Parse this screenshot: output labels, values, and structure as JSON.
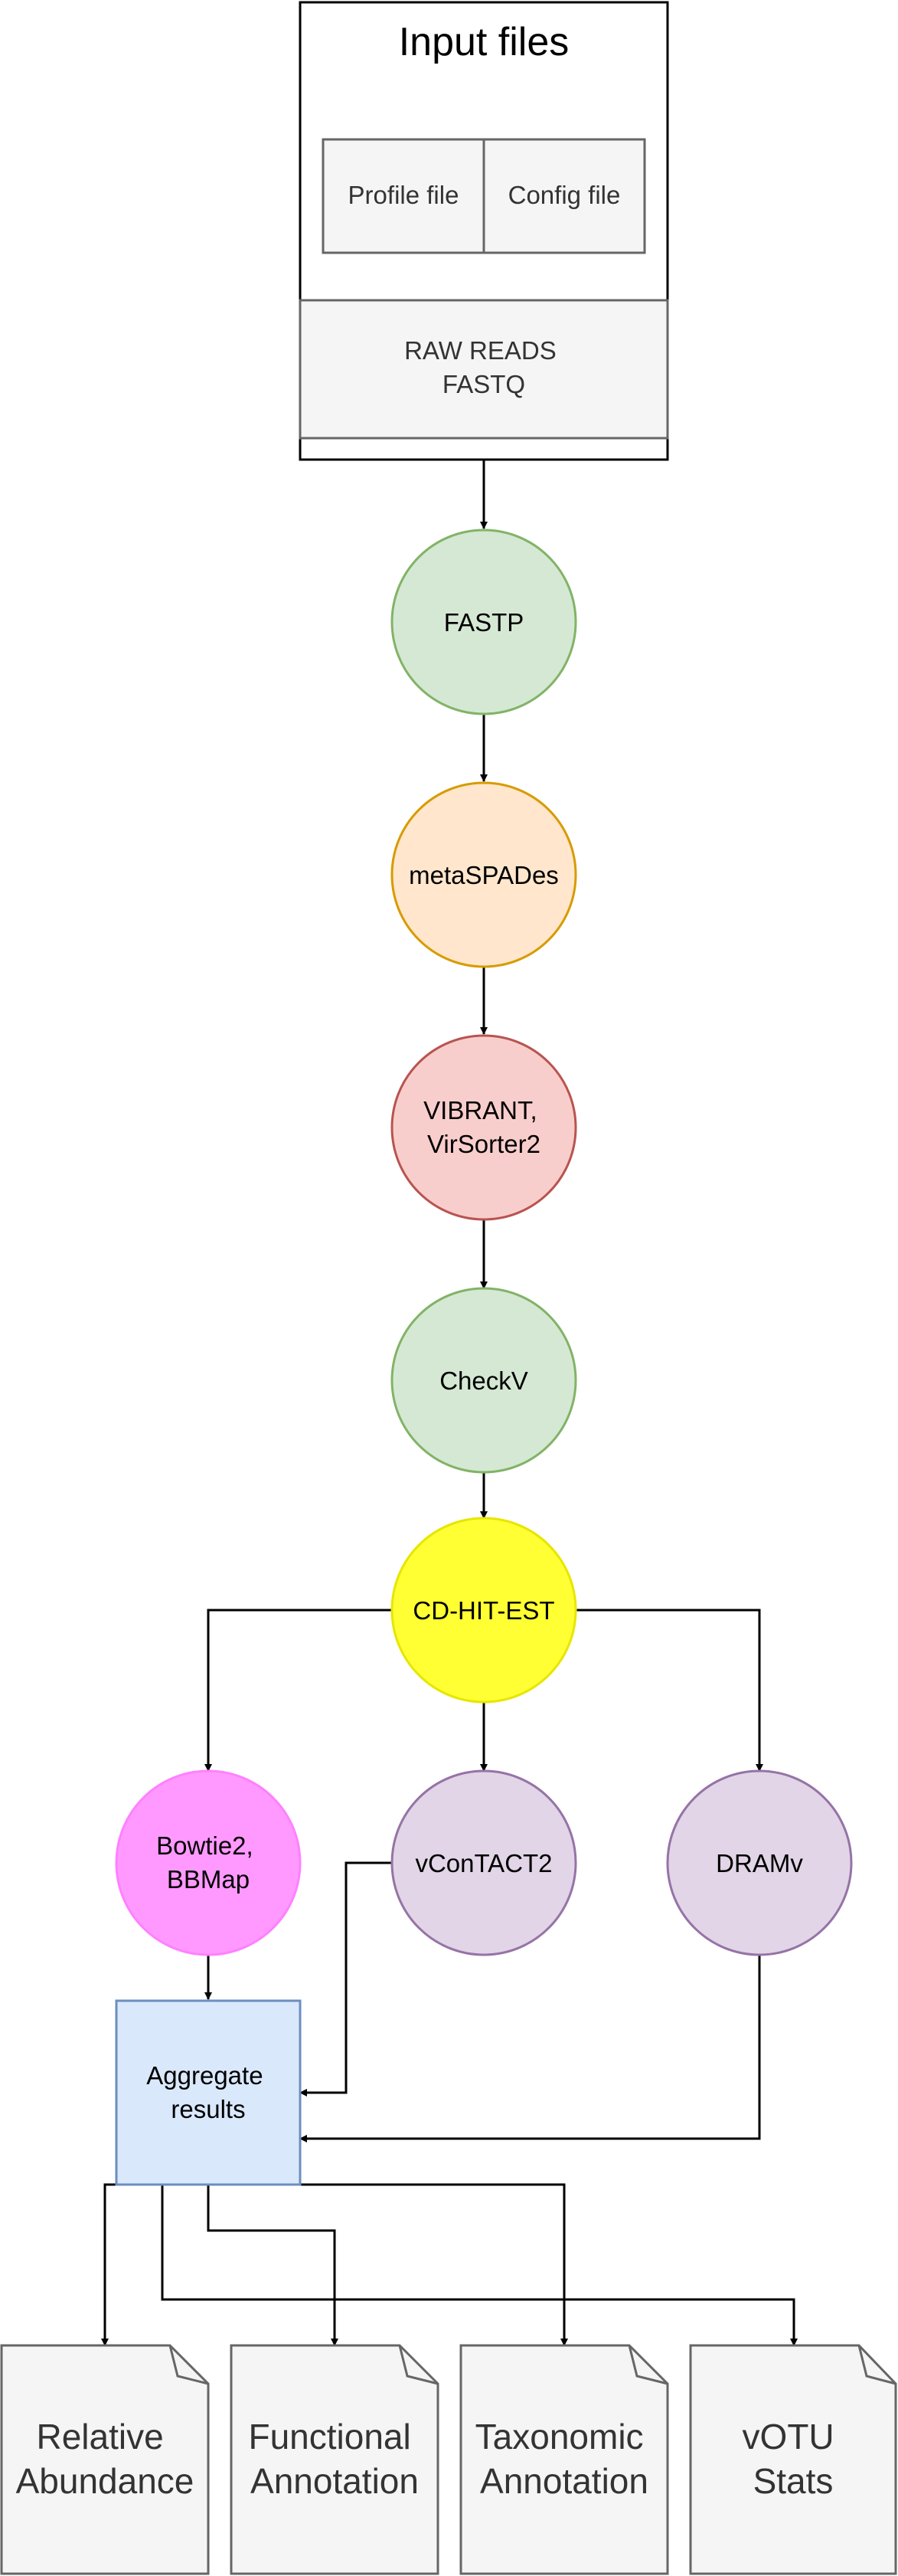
{
  "input_group": {
    "title": "Input files",
    "profile_file": "Profile file",
    "config_file": "Config file",
    "raw_reads_line1": "RAW READS",
    "raw_reads_line2": "FASTQ"
  },
  "steps": {
    "fastp": "FASTP",
    "metaspades": "metaSPADes",
    "vibrant_line1": "VIBRANT,",
    "vibrant_line2": "VirSorter2",
    "checkv": "CheckV",
    "cdhit": "CD-HIT-EST",
    "bowtie_line1": "Bowtie2,",
    "bowtie_line2": "BBMap",
    "vcontact": "vConTACT2",
    "dramv": "DRAMv",
    "aggregate_line1": "Aggregate",
    "aggregate_line2": "results"
  },
  "outputs": {
    "relative_line1": "Relative",
    "relative_line2": "Abundance",
    "functional_line1": "Functional",
    "functional_line2": "Annotation",
    "taxonomic_line1": "Taxonomic",
    "taxonomic_line2": "Annotation",
    "votu_line1": "vOTU",
    "votu_line2": "Stats"
  },
  "colors": {
    "green_fill": "#d5e8d4",
    "green_stroke": "#82b366",
    "orange_fill": "#ffe6cc",
    "orange_stroke": "#d79b00",
    "red_fill": "#f8cecc",
    "red_stroke": "#b85450",
    "yellow_fill": "#ffff33",
    "yellow_stroke": "#e6e600",
    "pink_fill": "#ff99ff",
    "pink_stroke": "#ff80ff",
    "purple_fill": "#e1d5e7",
    "purple_stroke": "#9673a6",
    "blue_fill": "#dae8fc",
    "blue_stroke": "#6c8ebf",
    "gray_fill": "#f5f5f5",
    "gray_stroke": "#666666"
  }
}
